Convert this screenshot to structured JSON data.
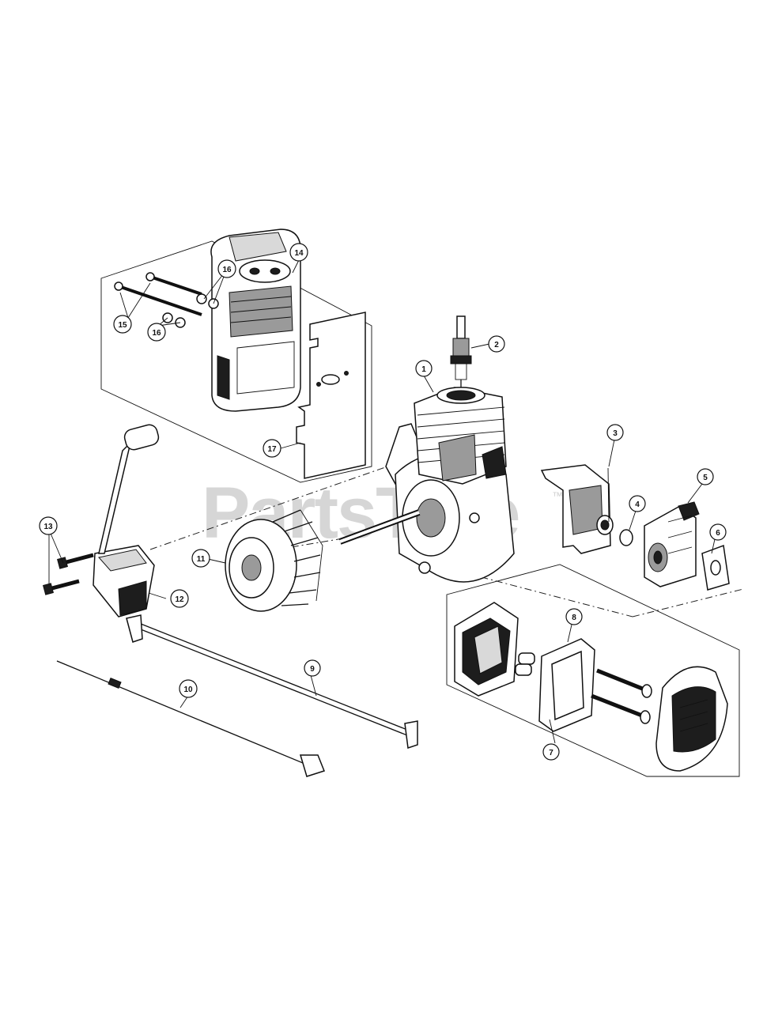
{
  "diagram": {
    "watermark": "PartsTree",
    "watermark_tm": "™",
    "callouts": [
      {
        "id": "c1",
        "label": "1"
      },
      {
        "id": "c2",
        "label": "2"
      },
      {
        "id": "c3",
        "label": "3"
      },
      {
        "id": "c4",
        "label": "4"
      },
      {
        "id": "c5",
        "label": "5"
      },
      {
        "id": "c6",
        "label": "6"
      },
      {
        "id": "c7",
        "label": "7"
      },
      {
        "id": "c8",
        "label": "8"
      },
      {
        "id": "c9",
        "label": "9"
      },
      {
        "id": "c10",
        "label": "10"
      },
      {
        "id": "c11",
        "label": "11"
      },
      {
        "id": "c12",
        "label": "12"
      },
      {
        "id": "c13",
        "label": "13"
      },
      {
        "id": "c14",
        "label": "14"
      },
      {
        "id": "c15",
        "label": "15"
      },
      {
        "id": "c16a",
        "label": "16"
      },
      {
        "id": "c16b",
        "label": "16"
      },
      {
        "id": "c17",
        "label": "17"
      }
    ],
    "colors": {
      "ink": "#111111",
      "watermark": "#d6d6d6",
      "background": "#ffffff"
    }
  }
}
